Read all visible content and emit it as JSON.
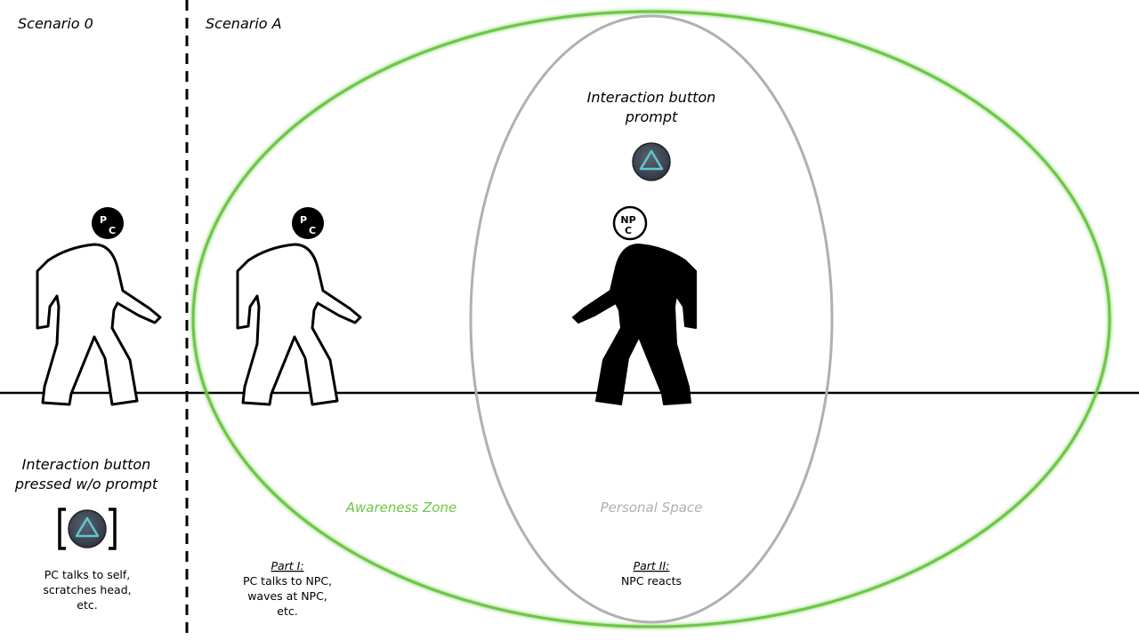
{
  "scenario_zero": {
    "title": "Scenario 0",
    "caption_line1": "Interaction button",
    "caption_line2": "pressed w/o prompt",
    "note_line1": "PC talks to self,",
    "note_line2": "scratches head,",
    "note_line3": "etc.",
    "pc_badge_top": "P",
    "pc_badge_bottom": "C",
    "button_icon": "triangle-button-icon"
  },
  "scenario_a": {
    "title": "Scenario A",
    "pc_badge_top": "P",
    "pc_badge_bottom": "C",
    "npc_badge_top": "NP",
    "npc_badge_bottom": "C",
    "prompt_line1": "Interaction button",
    "prompt_line2": "prompt",
    "button_icon": "triangle-button-icon",
    "awareness_zone_label": "Awareness Zone",
    "personal_space_label": "Personal Space",
    "part1_label": "Part I:",
    "part1_line1": "PC talks to NPC,",
    "part1_line2": "waves at NPC,",
    "part1_line3": "etc.",
    "part2_label": "Part II:",
    "part2_line1": "NPC reacts"
  },
  "colors": {
    "awareness_zone": "#6cc644",
    "personal_space": "#b0b0b0",
    "button_fill": "#3c4350",
    "button_triangle": "#5ec8d0",
    "pc_figure_fill": "#ffffff",
    "npc_figure_fill": "#000000"
  }
}
